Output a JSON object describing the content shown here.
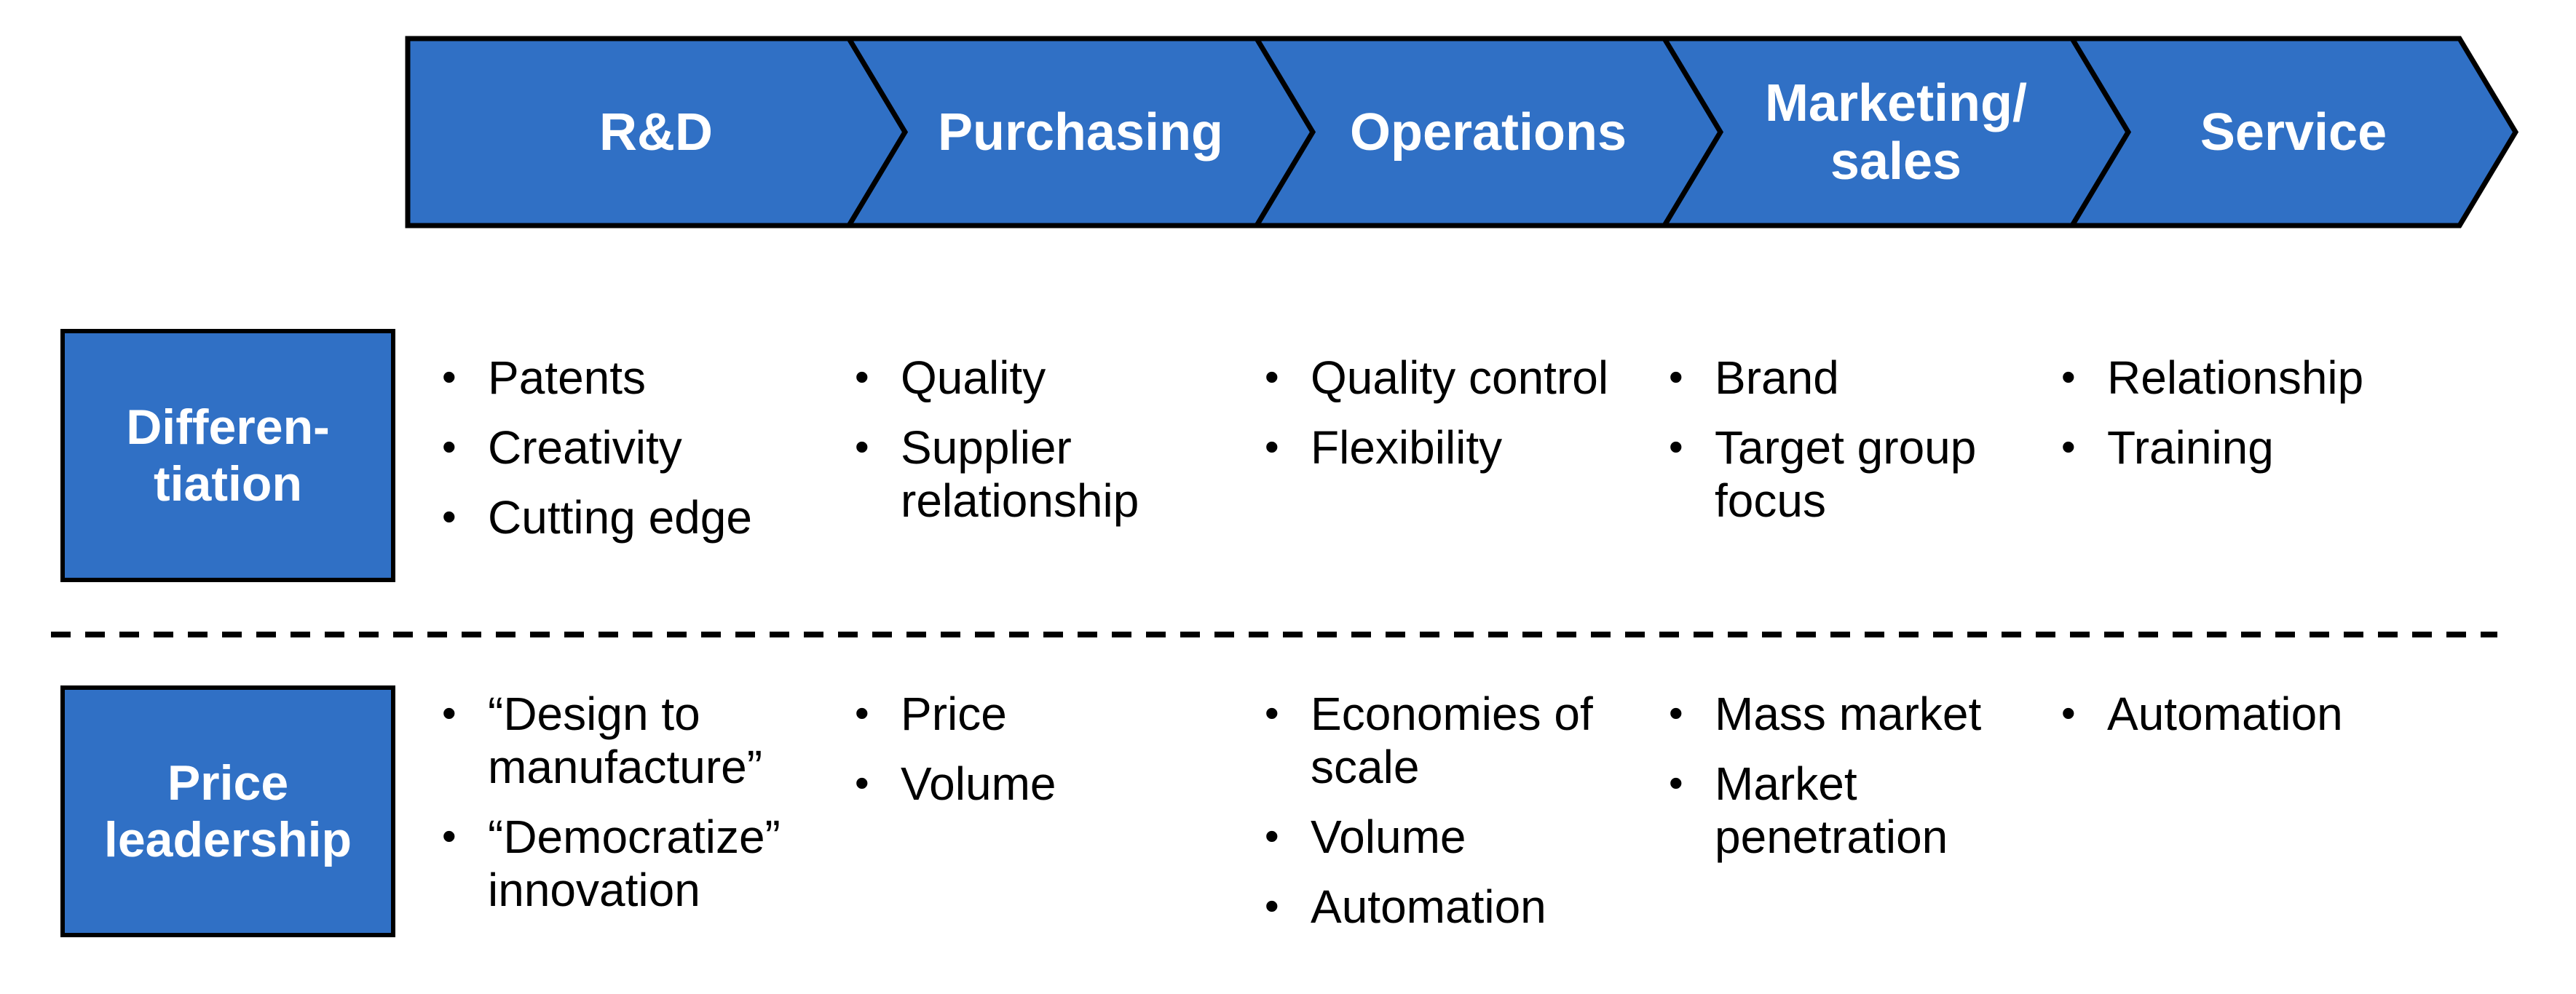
{
  "colors": {
    "accent_blue": "#3070C5",
    "outline_black": "#000000",
    "stage_text": "#FFFFFF",
    "body_text": "#000000",
    "background": "#FFFFFF"
  },
  "stages": [
    {
      "lines": [
        "R&D"
      ]
    },
    {
      "lines": [
        "Purchasing"
      ]
    },
    {
      "lines": [
        "Operations"
      ]
    },
    {
      "lines": [
        "Marketing/",
        "sales"
      ]
    },
    {
      "lines": [
        "Service"
      ]
    }
  ],
  "rows": [
    {
      "header_lines": [
        "Differen-",
        "tiation"
      ],
      "cells": [
        [
          "Patents",
          "Creativity",
          "Cutting edge"
        ],
        [
          "Quality",
          "Supplier relationship"
        ],
        [
          "Quality control",
          "Flexibility"
        ],
        [
          "Brand",
          "Target group focus"
        ],
        [
          "Relationship",
          "Training"
        ]
      ]
    },
    {
      "header_lines": [
        "Price",
        "leadership"
      ],
      "cells": [
        [
          "“Design to manufacture”",
          "“Democratize” innovation"
        ],
        [
          "Price",
          "Volume"
        ],
        [
          "Economies of scale",
          "Volume",
          "Automation"
        ],
        [
          "Mass market",
          "Market penetration"
        ],
        [
          "Automation"
        ]
      ]
    }
  ]
}
